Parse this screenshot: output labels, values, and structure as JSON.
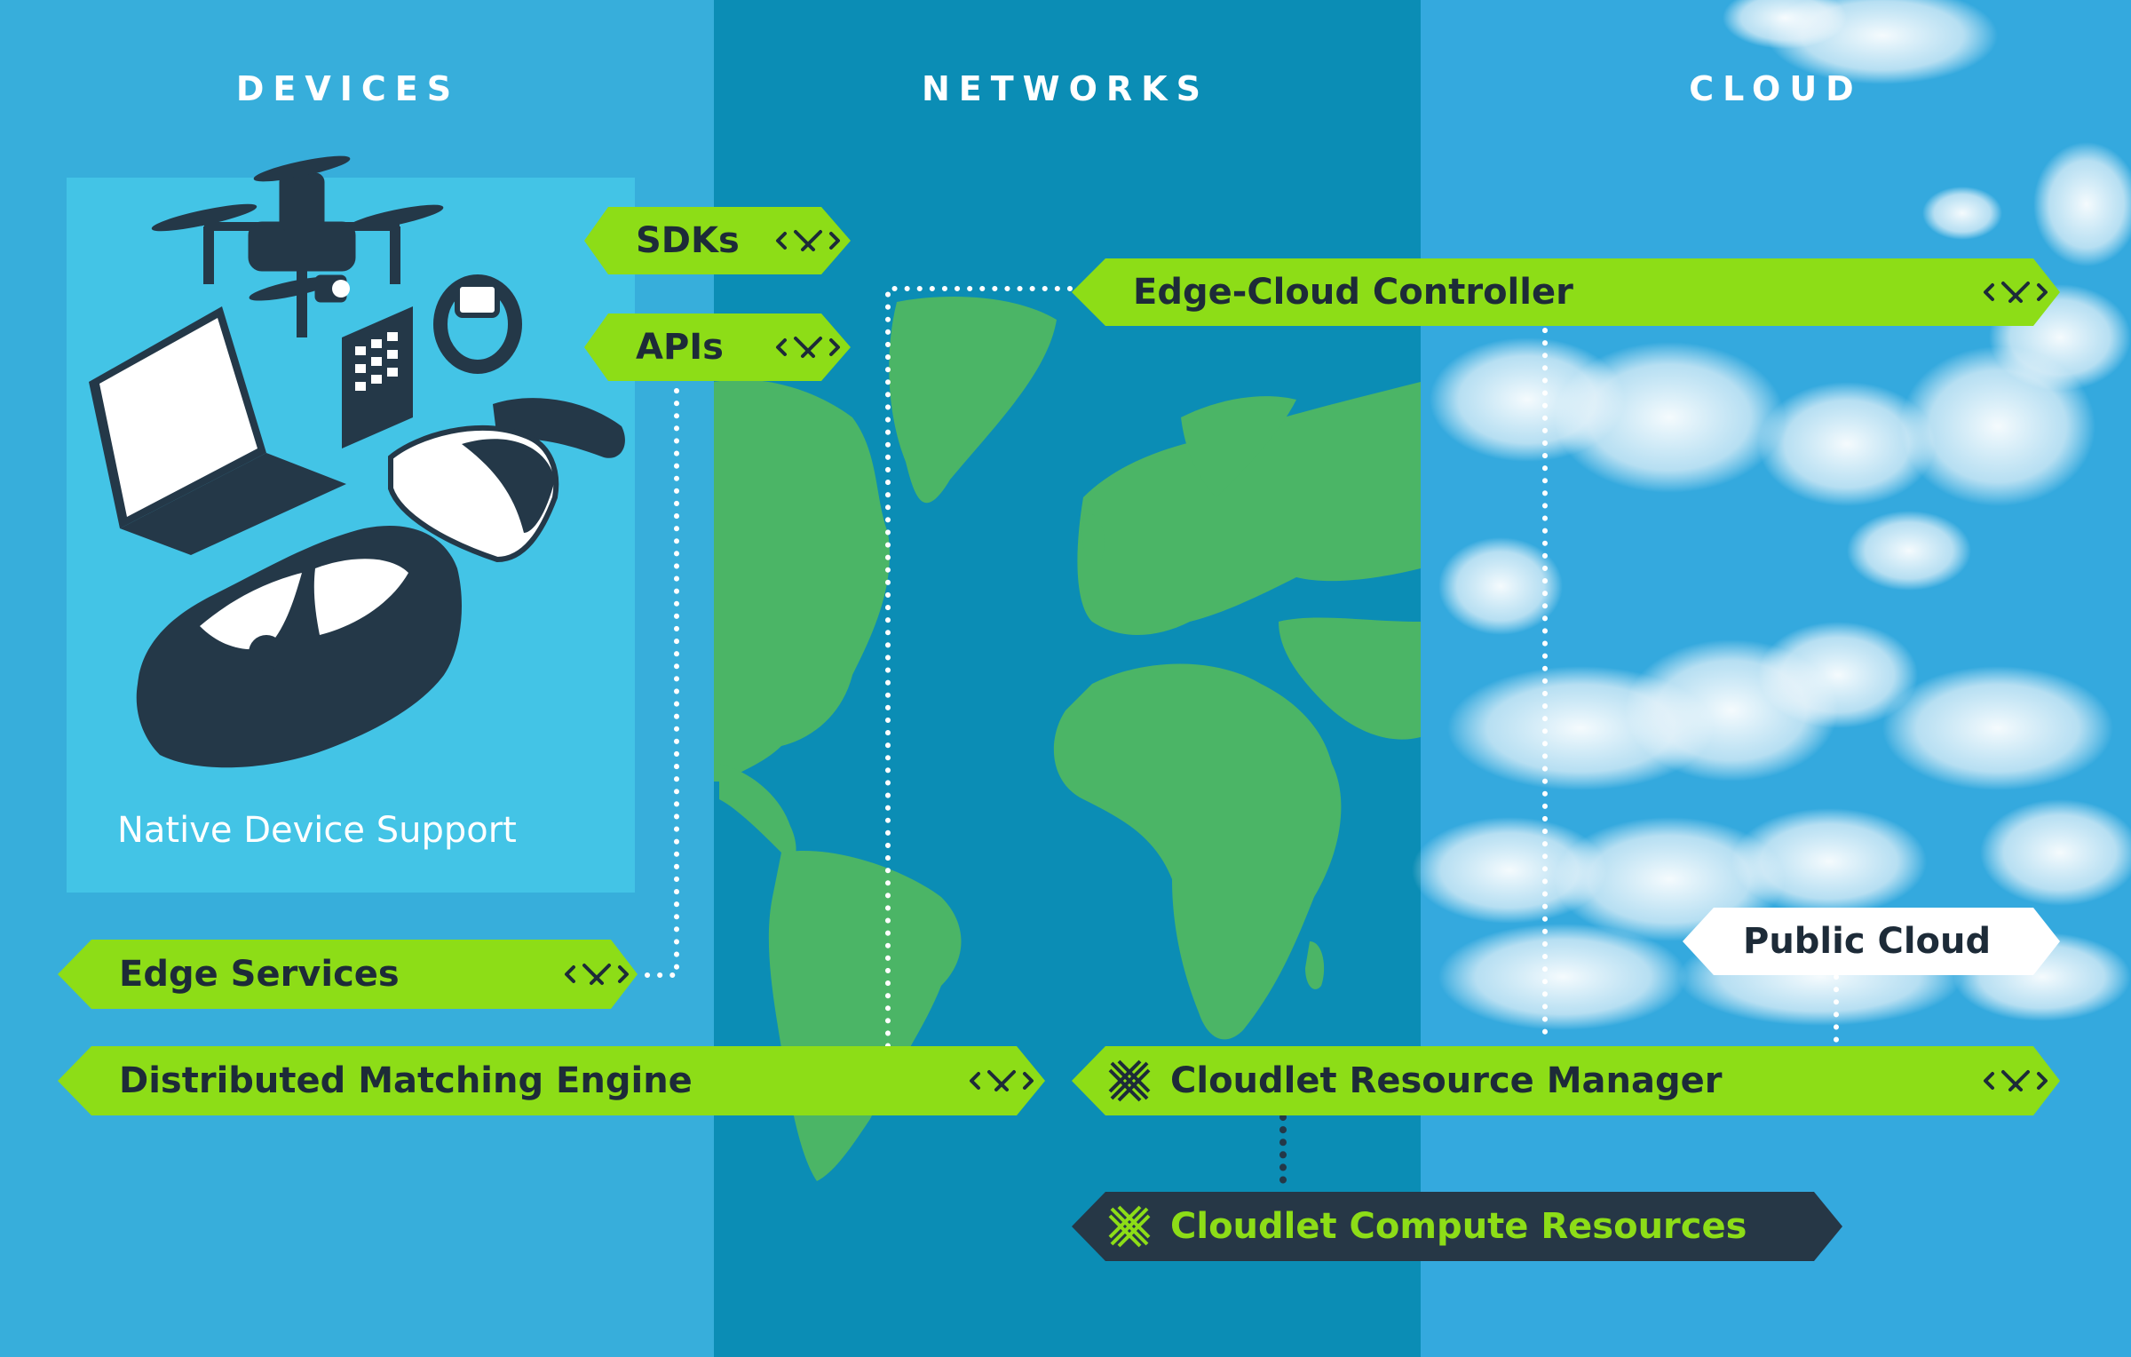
{
  "columns": {
    "devices": "DEVICES",
    "networks": "NETWORKS",
    "cloud": "CLOUD"
  },
  "devices_box": {
    "label": "Native Device Support"
  },
  "banners": {
    "sdks": "SDKs",
    "apis": "APIs",
    "edge_cloud_controller": "Edge-Cloud Controller",
    "edge_services": "Edge Services",
    "distributed_matching_engine": "Distributed Matching Engine",
    "cloudlet_resource_manager": "Cloudlet Resource Manager",
    "public_cloud": "Public Cloud",
    "cloudlet_compute_resources": "Cloudlet Compute Resources"
  },
  "icons": {
    "connector": "double-chevron-connector-icon",
    "cloudlet": "cloudlet-x-icon",
    "devices": [
      "drone-icon",
      "laptop-icon",
      "tablet-icon",
      "smartwatch-icon",
      "vr-headset-icon",
      "car-icon"
    ]
  },
  "colors": {
    "devices_bg": "#37aedb",
    "networks_bg": "#0b8db5",
    "cloud_bg": "#34a9de",
    "device_panel": "#43c4e6",
    "banner_green": "#8ddd17",
    "banner_dark": "#263746",
    "label_dark": "#1d2b38",
    "compute_text": "#8ddd17",
    "map_green": "#4bb566",
    "device_icon": "#243848"
  }
}
